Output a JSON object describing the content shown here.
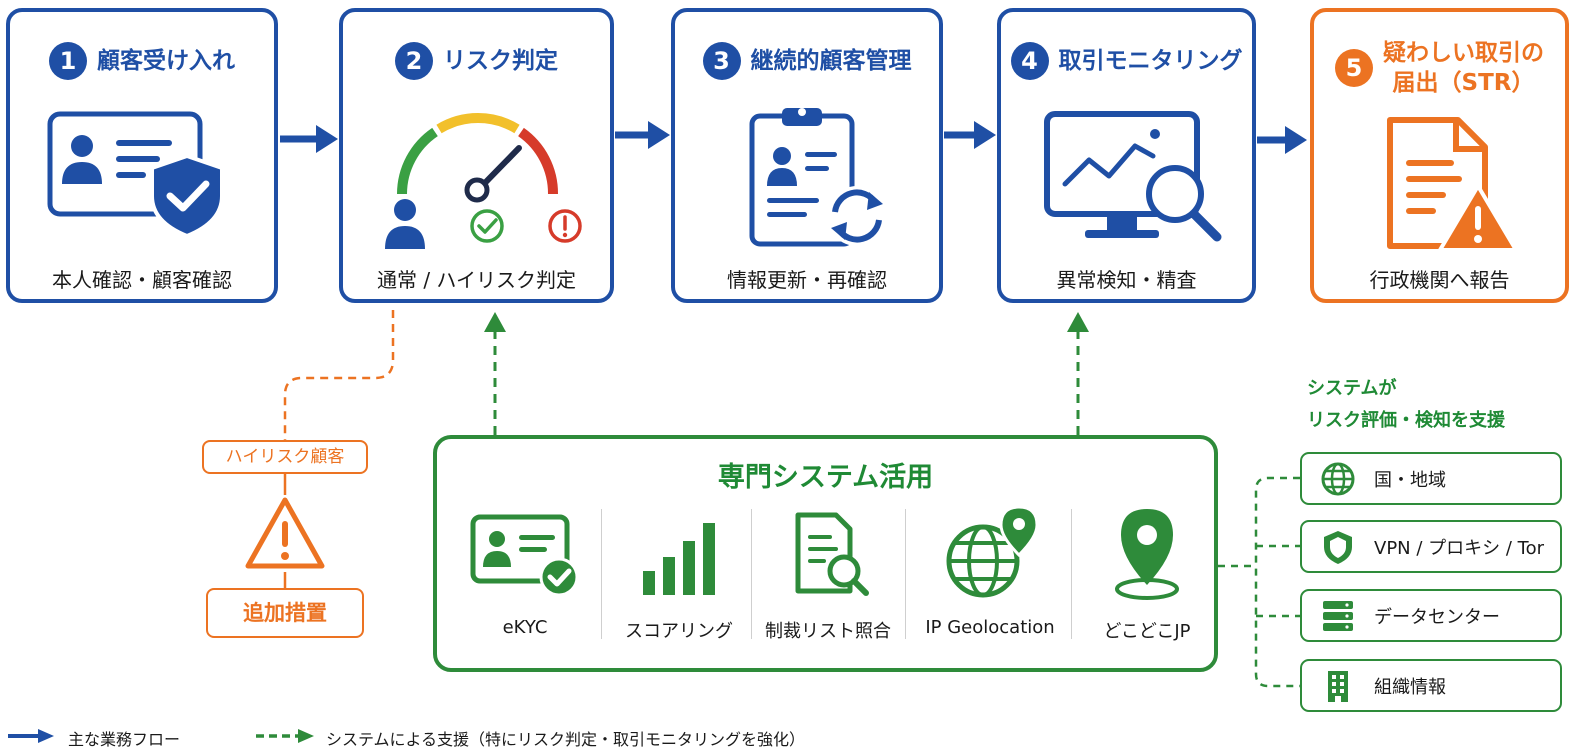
{
  "steps": [
    {
      "number": "1",
      "title": "顧客受け入れ",
      "caption": "本人確認・顧客確認",
      "icon": "id-card-shield-icon"
    },
    {
      "number": "2",
      "title": "リスク判定",
      "caption": "通常 / ハイリスク判定",
      "icon": "risk-gauge-icon"
    },
    {
      "number": "3",
      "title": "継続的顧客管理",
      "caption": "情報更新・再確認",
      "icon": "clipboard-refresh-icon"
    },
    {
      "number": "4",
      "title": "取引モニタリング",
      "caption": "異常検知・精査",
      "icon": "monitor-search-icon"
    },
    {
      "number": "5",
      "title_line1": "疑わしい取引の",
      "title_line2": "届出（STR）",
      "caption": "行政機関へ報告",
      "icon": "document-warning-icon"
    }
  ],
  "high_risk": {
    "label": "ハイリスク顧客",
    "action": "追加措置"
  },
  "system_panel": {
    "title": "専門システム活用",
    "tools": [
      {
        "label": "eKYC",
        "icon": "ekyc-card-icon"
      },
      {
        "label": "スコアリング",
        "icon": "bar-chart-icon"
      },
      {
        "label": "制裁リスト照合",
        "icon": "document-search-icon"
      },
      {
        "label": "IP Geolocation",
        "icon": "globe-pin-icon"
      },
      {
        "label": "どこどこJP",
        "icon": "map-pin-icon"
      }
    ]
  },
  "support_note": {
    "line1": "システムが",
    "line2": "リスク評価・検知を支援"
  },
  "detections": [
    {
      "label": "国・地域",
      "icon": "globe-icon"
    },
    {
      "label": "VPN / プロキシ / Tor",
      "icon": "shield-icon"
    },
    {
      "label": "データセンター",
      "icon": "server-icon"
    },
    {
      "label": "組織情報",
      "icon": "building-icon"
    }
  ],
  "legend": {
    "main_flow": "主な業務フロー",
    "system_support": "システムによる支援（特にリスク判定・取引モニタリングを強化）"
  },
  "colors": {
    "blue": "#1f4fa5",
    "green": "#2e8b3a",
    "orange": "#ec7322",
    "red": "#d63b2a",
    "yellow": "#f2c02b"
  }
}
